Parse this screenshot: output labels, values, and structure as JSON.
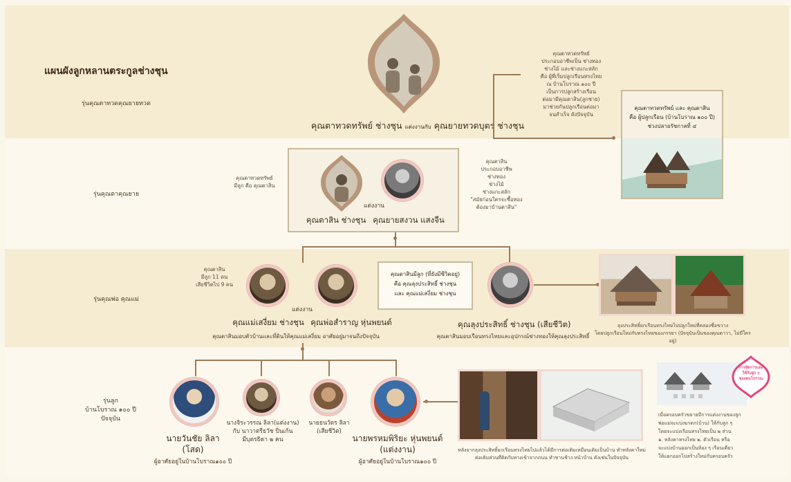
{
  "title": "แผนผังลูกหลานตระกูลช่างชุน",
  "generations": {
    "g1": "รุ่นคุณตาทวดคุณยายทวด",
    "g2": "รุ่นคุณตาคุณยาย",
    "g3": "รุ่นคุณพ่อ คุณแม่",
    "g4": "รุ่นลูก\nบ้านโบราณ ๑๐๐ ปี\nปัจจุบัน"
  },
  "gen1": {
    "husband": "คุณตาทวดทรัพย์ ช่างชุน",
    "connector": "แต่งงานกับ",
    "wife": "คุณยายทวดบุตร ช่างชุน",
    "note": "คุณตาทวดทรัพย์\nประกอบอาชีพเป็น ช่างทอง\nช่างไม้ และช่างแกะสลัก\nคือ ผู้ที่เริ่มปลูกเรือนทรงไทย\nณ บ้านโบราณ ๑๐๐ ปี\nเป็นการปลูกสร้างเรือน\nต่อมามีคุณตาสิน(ลูกชาย)\nมาช่วยกันปลูกเรือนต่อมา\nจนสำเร็จ ดังปัจจุบัน",
    "house_caption": "คุณตาทวดทรัพย์ และ คุณตาสิน\nคือ ผู้ปลูกเรือน (บ้านโบราณ ๑๐๐ ปี)\nช่วงปลายรัชกาลที่ ๔"
  },
  "gen2": {
    "left_note": "คุณตาทวดทรัพย์\nมีลูก คือ คุณตาสิน",
    "marriage": "แต่งงาน",
    "husband": "คุณตาสิน ช่างชุน",
    "wife": "คุณยายสงวน แสงจีน",
    "right_note": "คุณตาสิน\nประกอบอาชีพ\nช่างทอง\nช่างไม้\nช่างแกะสลัก\n\"สมัยก่อนใครจะซื้อทอง\nต้องมาบ้านตาสิน\""
  },
  "gen3": {
    "left_note": "คุณตาสิน\nมีลูก 11 คน\nเสียชีวิตไป 9 คน",
    "marriage": "แต่งงาน",
    "mother": "คุณแม่เสงี่ยม ช่างชุน",
    "father": "คุณพ่อสำราญ หุ่นพยนต์",
    "couple_caption": "คุณตาสินมอบตัวบ้านและที่ดินให้คุณแม่เสงี่ยม อาศัยอยู่มาจนถึงปัจจุบัน",
    "center_box": "คุณตาสินมีลูก (ที่ยังมีชีวิตอยู่)\nคือ คุณลุงประสิทธิ์ ช่างชุน\nและ คุณแม่เสงี่ยม ช่างชุน",
    "uncle": "คุณลุงประสิทธิ์ ช่างชุน (เสียชีวิต)",
    "uncle_caption": "คุณตาสินมอบเรือนทรงไทยและอุปกรณ์ช่างทองให้คุณลุงประสิทธิ์",
    "photo_caption": "ลุงประสิทธิ์ยกเรือนทรงไทยไปปลูกใหม่ที่คลองซื่อขวาง\nโดยปลูกเรือนใหม่กับทรงไทยของภรรยา (ปัจจุบันเป็นของคุณตาวา, ไม่มีใครอยู่)"
  },
  "gen4": {
    "c1_name": "นายวันชัย ลิลา\n(โสด)",
    "c1_caption": "ผู้อาศัยอยู่ในบ้านโบราณ๑๐๐ ปี",
    "c2_name": "นางจิระวรรณ ลิลา(แต่งงาน)\nกับ นาวาตรีธวัช ปิ่นเก้น\nมีบุตรธิดา ๒ คน",
    "c3_name": "นายธนวัตร ลิลา\n(เสียชีวิต)",
    "c4_name": "นายพรหมพิริยะ หุ่นพยนต์\n(แต่งงาน)",
    "c4_caption": "ผู้อาศัยอยู่ในบ้านโบราณ๑๐๐ ปี",
    "photo_caption": "หลังจากลุงประสิทธิ์ยกเรือนทรงไทยไปแล้วได้มีการต่อเติมเหมือนเดิมเป็นบ้าน ทำหลังคาใหม่\nต่อเติมส่วนที่ติดกับทางเข้าจากถนน ทำชานช้าง หน้าบ้าน ดังเช่นในปัจจุบัน",
    "badge": "การจัดการและ\nให้กับลูก ๆ\nของคนโบราณ",
    "right_caption": "เมื่อครอบครัวขยายมีการแต่งงานของลูก\nพ่อแม่จะแบ่งมรดก(บ้าน) ให้กับลูก ๆ\nโดยจะแบ่งเรือนทรงไทยเป็น ๒ ส่วน\n๑. หลังคาทรงไทย ๒. ตัวเรือน หรือ\nจะแบ่งบ้านออกเป็นห้อง ๆ เรือนเดียว\nให้แยกออกไปสร้างใหม่กับครอบครัว"
  },
  "colors": {
    "band_beige": "#f5ecd2",
    "band_cream": "#fcf8ee",
    "line": "#9c7a55",
    "badge": "#e3457a"
  }
}
